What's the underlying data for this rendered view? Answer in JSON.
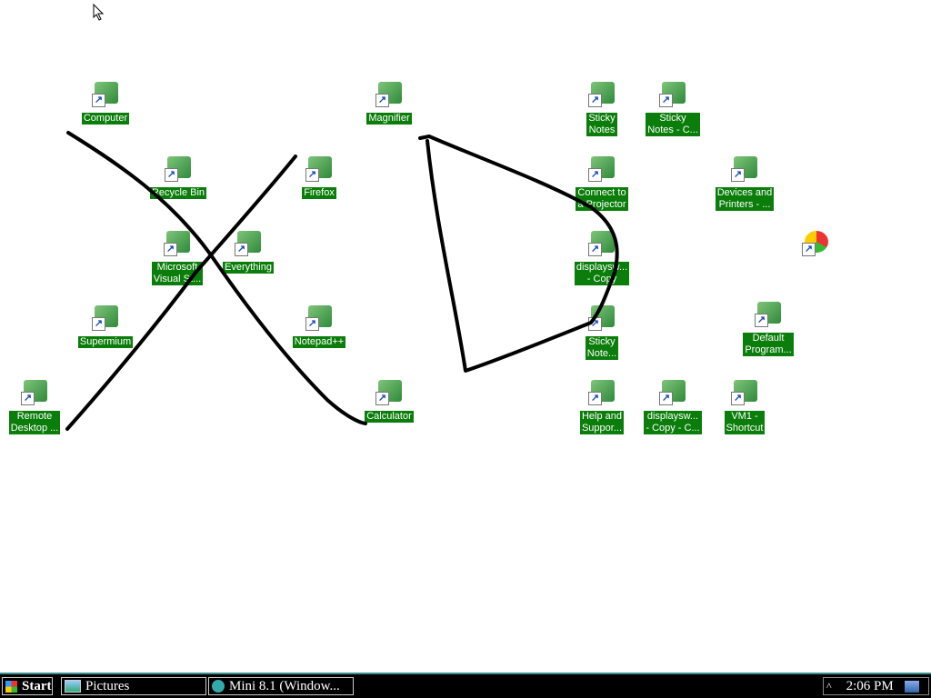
{
  "desktop": {
    "icons": [
      {
        "label": "Computer"
      },
      {
        "label": "Recycle Bin"
      },
      {
        "label": "Microsoft\nVisual St..."
      },
      {
        "label": "Everything"
      },
      {
        "label": "Supermium"
      },
      {
        "label": "Remote\nDesktop ..."
      },
      {
        "label": "Firefox"
      },
      {
        "label": "Notepad++"
      },
      {
        "label": "Calculator"
      },
      {
        "label": "Magnifier"
      },
      {
        "label": "Sticky\nNotes"
      },
      {
        "label": "Sticky\nNotes - C..."
      },
      {
        "label": "Connect to\na Projector"
      },
      {
        "label": "Devices and\nPrinters - ..."
      },
      {
        "label": "displaysw...\n- Copy"
      },
      {
        "label": "Default\nProgram..."
      },
      {
        "label": "Sticky\nNote..."
      },
      {
        "label": "Help and\nSuppor..."
      },
      {
        "label": "displaysw...\n- Copy - C..."
      },
      {
        "label": "VM1 -\nShortcut"
      }
    ]
  },
  "taskbar": {
    "start": "Start",
    "windows": [
      "Pictures",
      "Mini 8.1 (Window..."
    ],
    "clock": "2:06 PM",
    "tray_expand": "^"
  }
}
